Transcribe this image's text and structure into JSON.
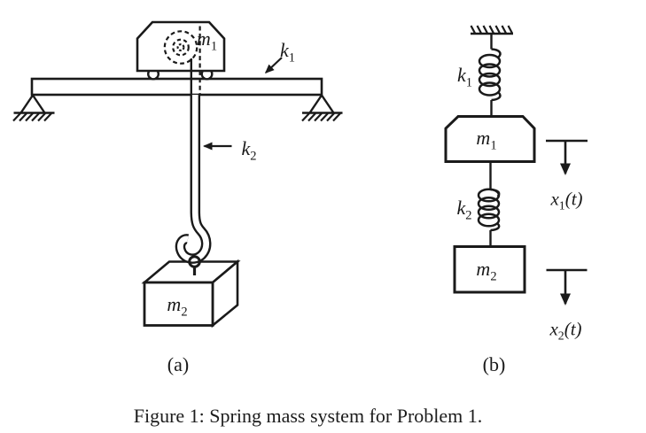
{
  "figure": {
    "caption": "Figure 1: Spring mass system for Problem 1.",
    "colors": {
      "ink": "#1a1a1a",
      "paper": "#ffffff"
    },
    "panel_a": {
      "tag": "(a)",
      "labels": {
        "m1": {
          "base": "m",
          "sub": "1"
        },
        "k1": {
          "base": "k",
          "sub": "1"
        },
        "k2": {
          "base": "k",
          "sub": "2"
        },
        "m2": {
          "base": "m",
          "sub": "2"
        }
      }
    },
    "panel_b": {
      "tag": "(b)",
      "labels": {
        "k1": {
          "base": "k",
          "sub": "1"
        },
        "m1": {
          "base": "m",
          "sub": "1"
        },
        "k2": {
          "base": "k",
          "sub": "2"
        },
        "m2": {
          "base": "m",
          "sub": "2"
        },
        "x1": {
          "base": "x",
          "sub": "1",
          "suffix": "(t)"
        },
        "x2": {
          "base": "x",
          "sub": "2",
          "suffix": "(t)"
        }
      }
    }
  }
}
